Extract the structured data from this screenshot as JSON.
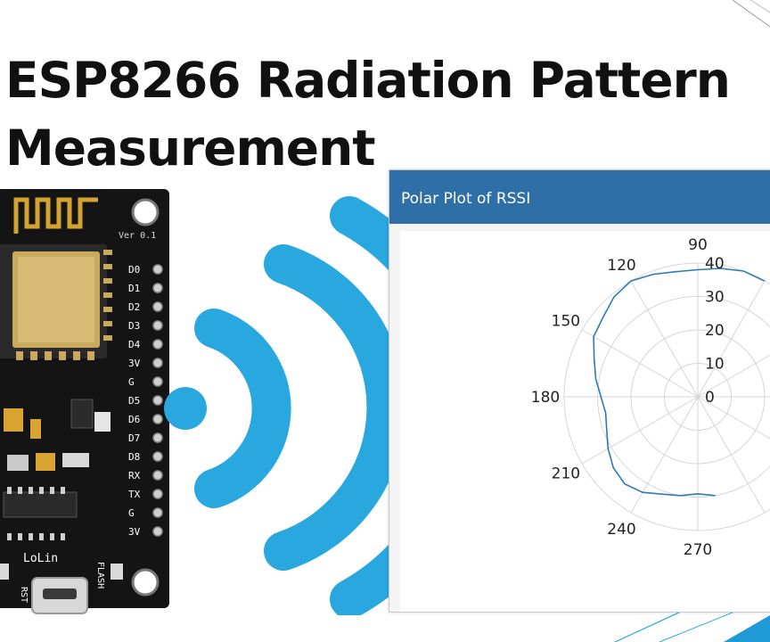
{
  "title": {
    "line1": "ESP8266 Radiation Pattern",
    "line2": "Measurement"
  },
  "board": {
    "version_label": "Ver 0.1",
    "brand": "LoLin",
    "pins": [
      "D0",
      "D1",
      "D2",
      "D3",
      "D4",
      "3V",
      "G",
      "D5",
      "D6",
      "D7",
      "D8",
      "RX",
      "TX",
      "G",
      "3V"
    ],
    "rst_label": "RST",
    "flash_label": "FLASH"
  },
  "plot": {
    "window_title": "Polar Plot of RSSI",
    "angle_labels": [
      "90",
      "120",
      "150",
      "180",
      "210",
      "240",
      "270"
    ],
    "radial_labels": [
      "40",
      "30",
      "20",
      "10",
      "0"
    ]
  },
  "colors": {
    "wifi_blue": "#29a8e0",
    "header_blue": "#2f6fa8",
    "trace_blue": "#2c7bb6",
    "deco_blue": "#1e9ad6"
  },
  "chart_data": {
    "type": "polar",
    "title": "Polar Plot of RSSI",
    "theta_ticks_deg": [
      90,
      120,
      150,
      180,
      210,
      240,
      270
    ],
    "r_ticks": [
      0,
      10,
      20,
      30,
      40
    ],
    "rlim": [
      0,
      40
    ],
    "grid": true,
    "series": [
      {
        "theta_deg": [
          60,
          70,
          80,
          90,
          100,
          110,
          120,
          130,
          140,
          150,
          160,
          170,
          180,
          190,
          200,
          210,
          220,
          230,
          240,
          250,
          260,
          270,
          280
        ],
        "r": [
          40,
          40,
          39,
          38,
          38,
          39,
          40,
          39,
          37,
          36,
          33,
          31,
          29,
          28,
          29,
          31,
          33,
          34,
          33,
          31,
          30,
          29,
          30
        ]
      }
    ]
  }
}
